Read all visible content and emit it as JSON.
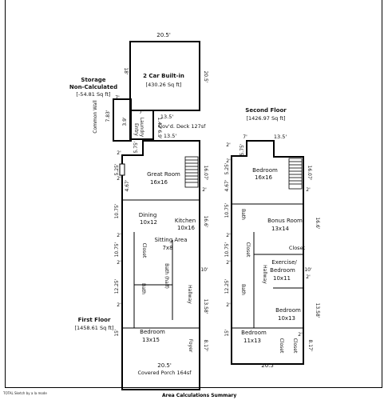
{
  "labels": {
    "garage_title": "2 Car Built-in",
    "garage_area": "[430.26 Sq ft]",
    "storage_title_1": "Storage",
    "storage_title_2": "Non-Calculated",
    "storage_area": "[-54.81 Sq ft]",
    "common_wall": "Common Wall",
    "laundry": "Laundry",
    "entry": "Entry",
    "deck": "Cov'd. Deck 127sf",
    "second_floor_title": "Second Floor",
    "second_floor_area": "[1426.97 Sq ft]",
    "first_floor_title": "First Floor",
    "first_floor_area": "[1458.61 Sq ft]",
    "covered_porch": "Covered Porch 164sf",
    "great_room": "Great Room",
    "great_room_size": "16x16",
    "dining": "Dining",
    "dining_size": "10x12",
    "kitchen": "Kitchen",
    "kitchen_size": "10x16",
    "sitting": "Sitting Area",
    "sitting_size": "7x8",
    "closet": "Closet",
    "bath": "Bath",
    "bath_half": "Bath (half)",
    "hallway": "Hallway",
    "bedroom": "Bedroom",
    "bedroom_1_size": "13x15",
    "foyer": "Foyer",
    "bedroom_2_size": "16x16",
    "bonus_room": "Bonus Room",
    "bonus_size": "13x14",
    "exercise_1": "Exercise/",
    "exercise_2": "Bedroom",
    "exercise_size": "10x11",
    "bedroom_3_size": "10x13",
    "bedroom_4_size": "11x13",
    "footer_sketch": "TOTAL Sketch by a la mode",
    "footer_summary": "Area Calculations Summary"
  },
  "dimensions": {
    "d20_5": "20.5'",
    "d18": "18'",
    "d7": "7'",
    "d7_83": "7.83'",
    "d3_9": "3.9'",
    "d13_5": "13.5'",
    "d1_42": "1.42'",
    "d6_9": "6.9'",
    "d2": "2'",
    "d5_75": "5.75'",
    "d5_25": "5.25'",
    "d4_67": "4.67'",
    "d16_07": "16.07'",
    "d10_75": "10.75'",
    "d16_6": "16.6'",
    "d12_25": "12.25'",
    "d10": "10'",
    "d13_58": "13.58'",
    "d15": "15'",
    "d8_17": "8.17'"
  }
}
